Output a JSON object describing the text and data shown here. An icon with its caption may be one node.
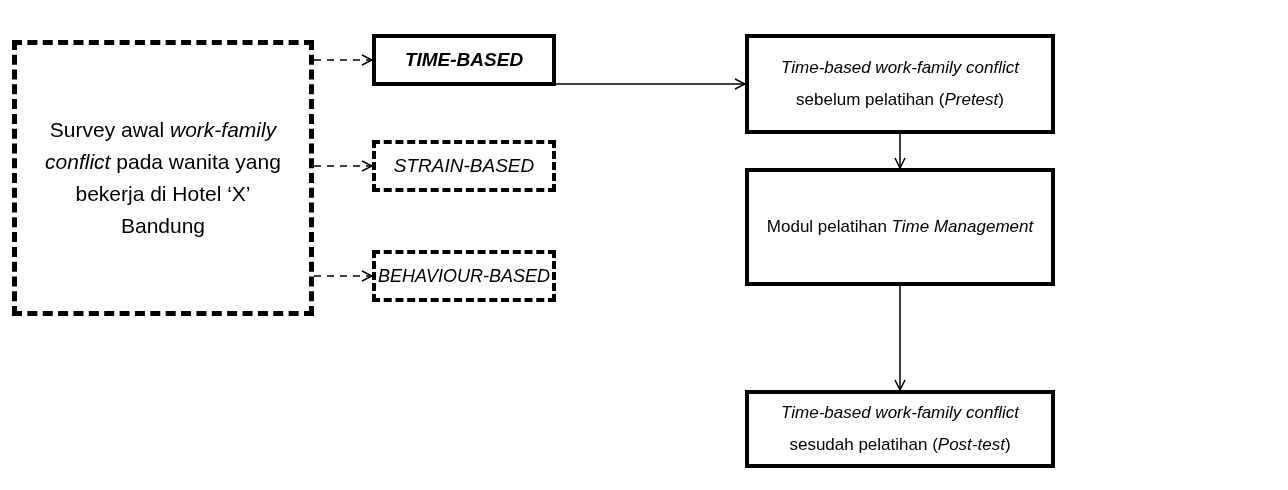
{
  "diagram": {
    "nodes": [
      {
        "text": [
          "Survey awal *work-family conflict* pada wanita yang bekerja di Hotel ‘X’ Bandung"
        ]
      },
      {
        "text": [
          "TIME-BASED"
        ]
      },
      {
        "text": [
          "STRAIN-BASED"
        ]
      },
      {
        "text": [
          "BEHAVIOUR-BASED"
        ]
      },
      {
        "text": [
          "*Time-based work-family conflict* sebelum pelatihan (*Pretest*)"
        ]
      },
      {
        "text": [
          "Modul pelatihan *Time Management*"
        ]
      },
      {
        "text": [
          "*Time-based work-family conflict* sesudah pelatihan (*Post-test*)"
        ]
      }
    ],
    "edges": [
      {
        "from": 0,
        "to": 1,
        "arrow": "to",
        "style": "dashed"
      },
      {
        "from": 0,
        "to": 2,
        "arrow": "to",
        "style": "dashed"
      },
      {
        "from": 0,
        "to": 3,
        "arrow": "to",
        "style": "dashed"
      },
      {
        "from": 1,
        "to": 4,
        "arrow": "to"
      },
      {
        "from": 4,
        "to": 5,
        "arrow": "to"
      },
      {
        "from": 5,
        "to": 6,
        "arrow": "to"
      }
    ]
  }
}
